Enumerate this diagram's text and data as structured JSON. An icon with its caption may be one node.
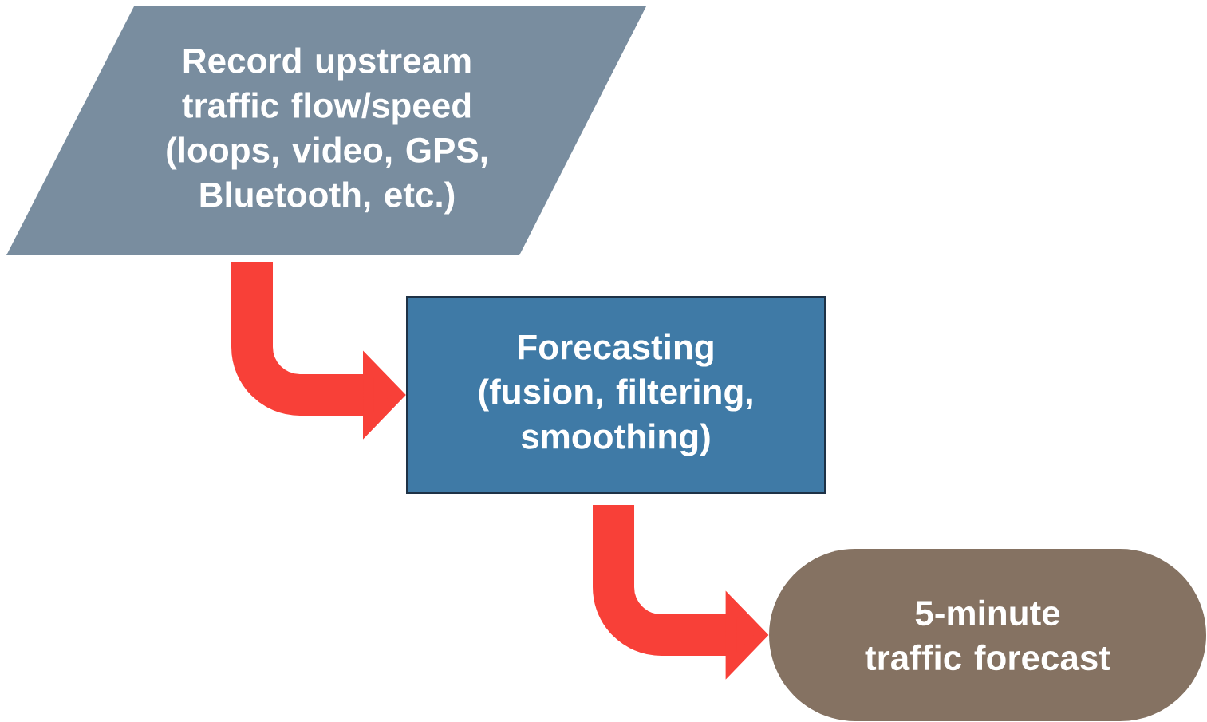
{
  "diagram": {
    "nodes": [
      {
        "text": [
          "Record upstream traffic flow/speed (loops, video, GPS, Bluetooth,  etc.)"
        ]
      },
      {
        "text": [
          "Forecasting (fusion, filtering, smoothing)"
        ]
      },
      {
        "text": [
          "5-minute traffic forecast"
        ]
      }
    ],
    "edges": [
      {
        "from": 0,
        "to": 1,
        "arrow": "to"
      },
      {
        "from": 1,
        "to": 2,
        "arrow": "to"
      }
    ]
  }
}
